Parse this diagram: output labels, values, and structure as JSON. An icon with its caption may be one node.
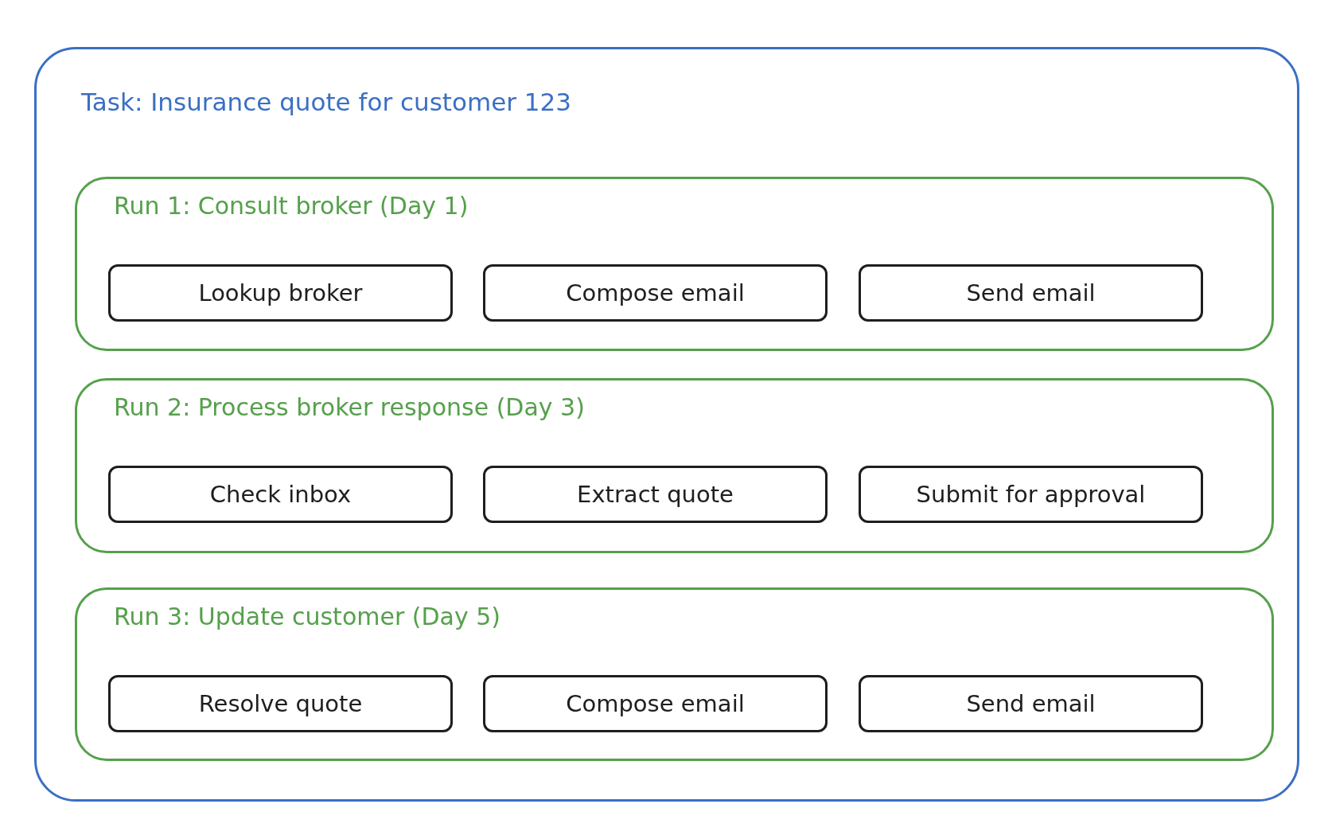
{
  "diagram": {
    "nodes": [
      {
        "text": [
          "Task: Insurance quote for customer 123"
        ]
      },
      {
        "text": [
          "Run 1: Consult broker (Day 1)"
        ],
        "in": 0
      },
      {
        "text": [
          "Lookup broker"
        ],
        "in": 1
      },
      {
        "text": [
          "Compose email"
        ],
        "in": 1
      },
      {
        "text": [
          "Send email"
        ],
        "in": 1
      },
      {
        "text": [
          "Run 2: Process broker response (Day 3)"
        ],
        "in": 0
      },
      {
        "text": [
          "Check inbox"
        ],
        "in": 5
      },
      {
        "text": [
          "Extract quote"
        ],
        "in": 5
      },
      {
        "text": [
          "Submit for approval"
        ],
        "in": 5
      },
      {
        "text": [
          "Run 3: Update customer (Day 5)"
        ],
        "in": 0
      },
      {
        "text": [
          "Resolve quote"
        ],
        "in": 9
      },
      {
        "text": [
          "Compose email"
        ],
        "in": 9
      },
      {
        "text": [
          "Send email"
        ],
        "in": 9
      }
    ]
  }
}
